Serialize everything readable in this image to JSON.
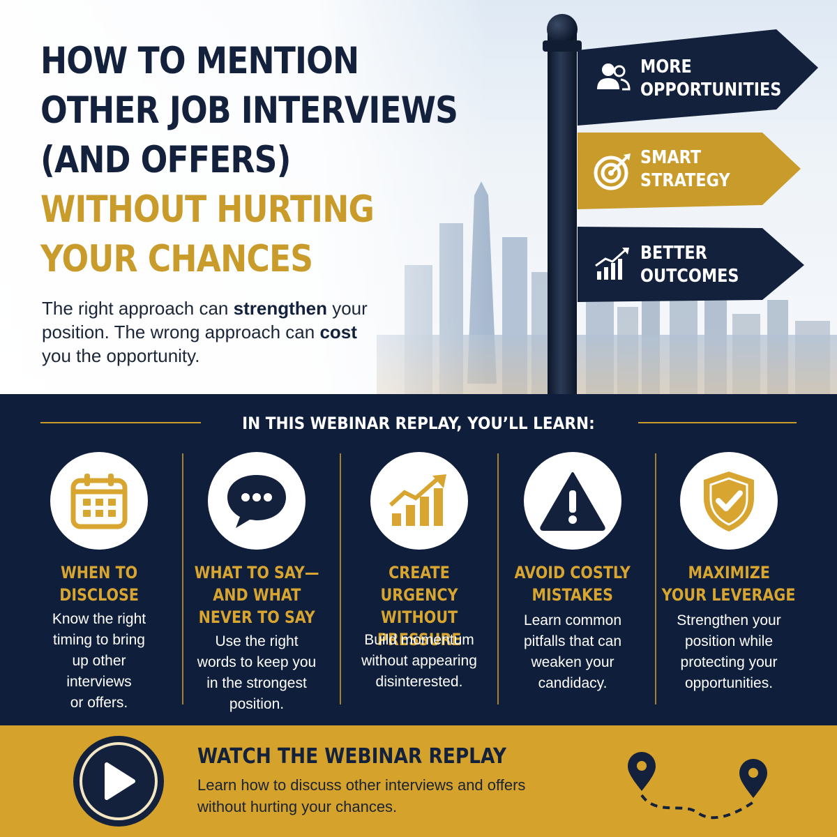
{
  "hero": {
    "title_lines_dark": [
      "HOW TO MENTION",
      "OTHER JOB INTERVIEWS",
      "(AND OFFERS)"
    ],
    "title_lines_gold": [
      "WITHOUT HURTING",
      "YOUR CHANCES"
    ],
    "subtitle": {
      "part1": "The right approach can ",
      "bold1": "strengthen",
      "part2": " your position. The wrong approach can ",
      "bold2": "cost",
      "part3": " you the opportunity."
    }
  },
  "signs": [
    {
      "line1": "MORE",
      "line2": "OPPORTUNITIES",
      "icon": "people-icon",
      "color": "#13213d"
    },
    {
      "line1": "SMART",
      "line2": "STRATEGY",
      "icon": "target-icon",
      "color": "#c89b2a"
    },
    {
      "line1": "BETTER",
      "line2": "OUTCOMES",
      "icon": "growth-chart-icon",
      "color": "#13213d"
    }
  ],
  "learn": {
    "heading": "IN THIS WEBINAR REPLAY, YOU’LL LEARN:",
    "items": [
      {
        "title": [
          "WHEN TO",
          "DISCLOSE"
        ],
        "desc": [
          "Know the right",
          "timing to bring",
          "up other",
          "interviews",
          "or offers."
        ],
        "icon": "calendar-icon"
      },
      {
        "title": [
          "WHAT TO SAY—",
          "AND WHAT",
          "NEVER TO SAY"
        ],
        "desc": [
          "Use the right",
          "words to keep you",
          "in the strongest",
          "position."
        ],
        "icon": "speech-bubble-icon"
      },
      {
        "title": [
          "CREATE URGENCY",
          "WITHOUT",
          "PRESSURE"
        ],
        "desc": [
          "Build momentum",
          "without appearing",
          "disinterested."
        ],
        "icon": "bar-chart-icon"
      },
      {
        "title": [
          "AVOID COSTLY",
          "MISTAKES"
        ],
        "desc": [
          "Learn common",
          "pitfalls that can",
          "weaken your",
          "candidacy."
        ],
        "icon": "warning-icon"
      },
      {
        "title": [
          "MAXIMIZE",
          "YOUR LEVERAGE"
        ],
        "desc": [
          "Strengthen your",
          "position while",
          "protecting your",
          "opportunities."
        ],
        "icon": "shield-check-icon"
      }
    ]
  },
  "cta": {
    "title": "WATCH THE WEBINAR REPLAY",
    "desc_line1": "Learn how to discuss other interviews and offers",
    "desc_line2": "without hurting your chances.",
    "icon": "play-icon",
    "route_icon": "route-pins-icon"
  },
  "colors": {
    "navy": "#13213d",
    "gold": "#c89b2a",
    "cta_gold": "#d5a22b"
  }
}
